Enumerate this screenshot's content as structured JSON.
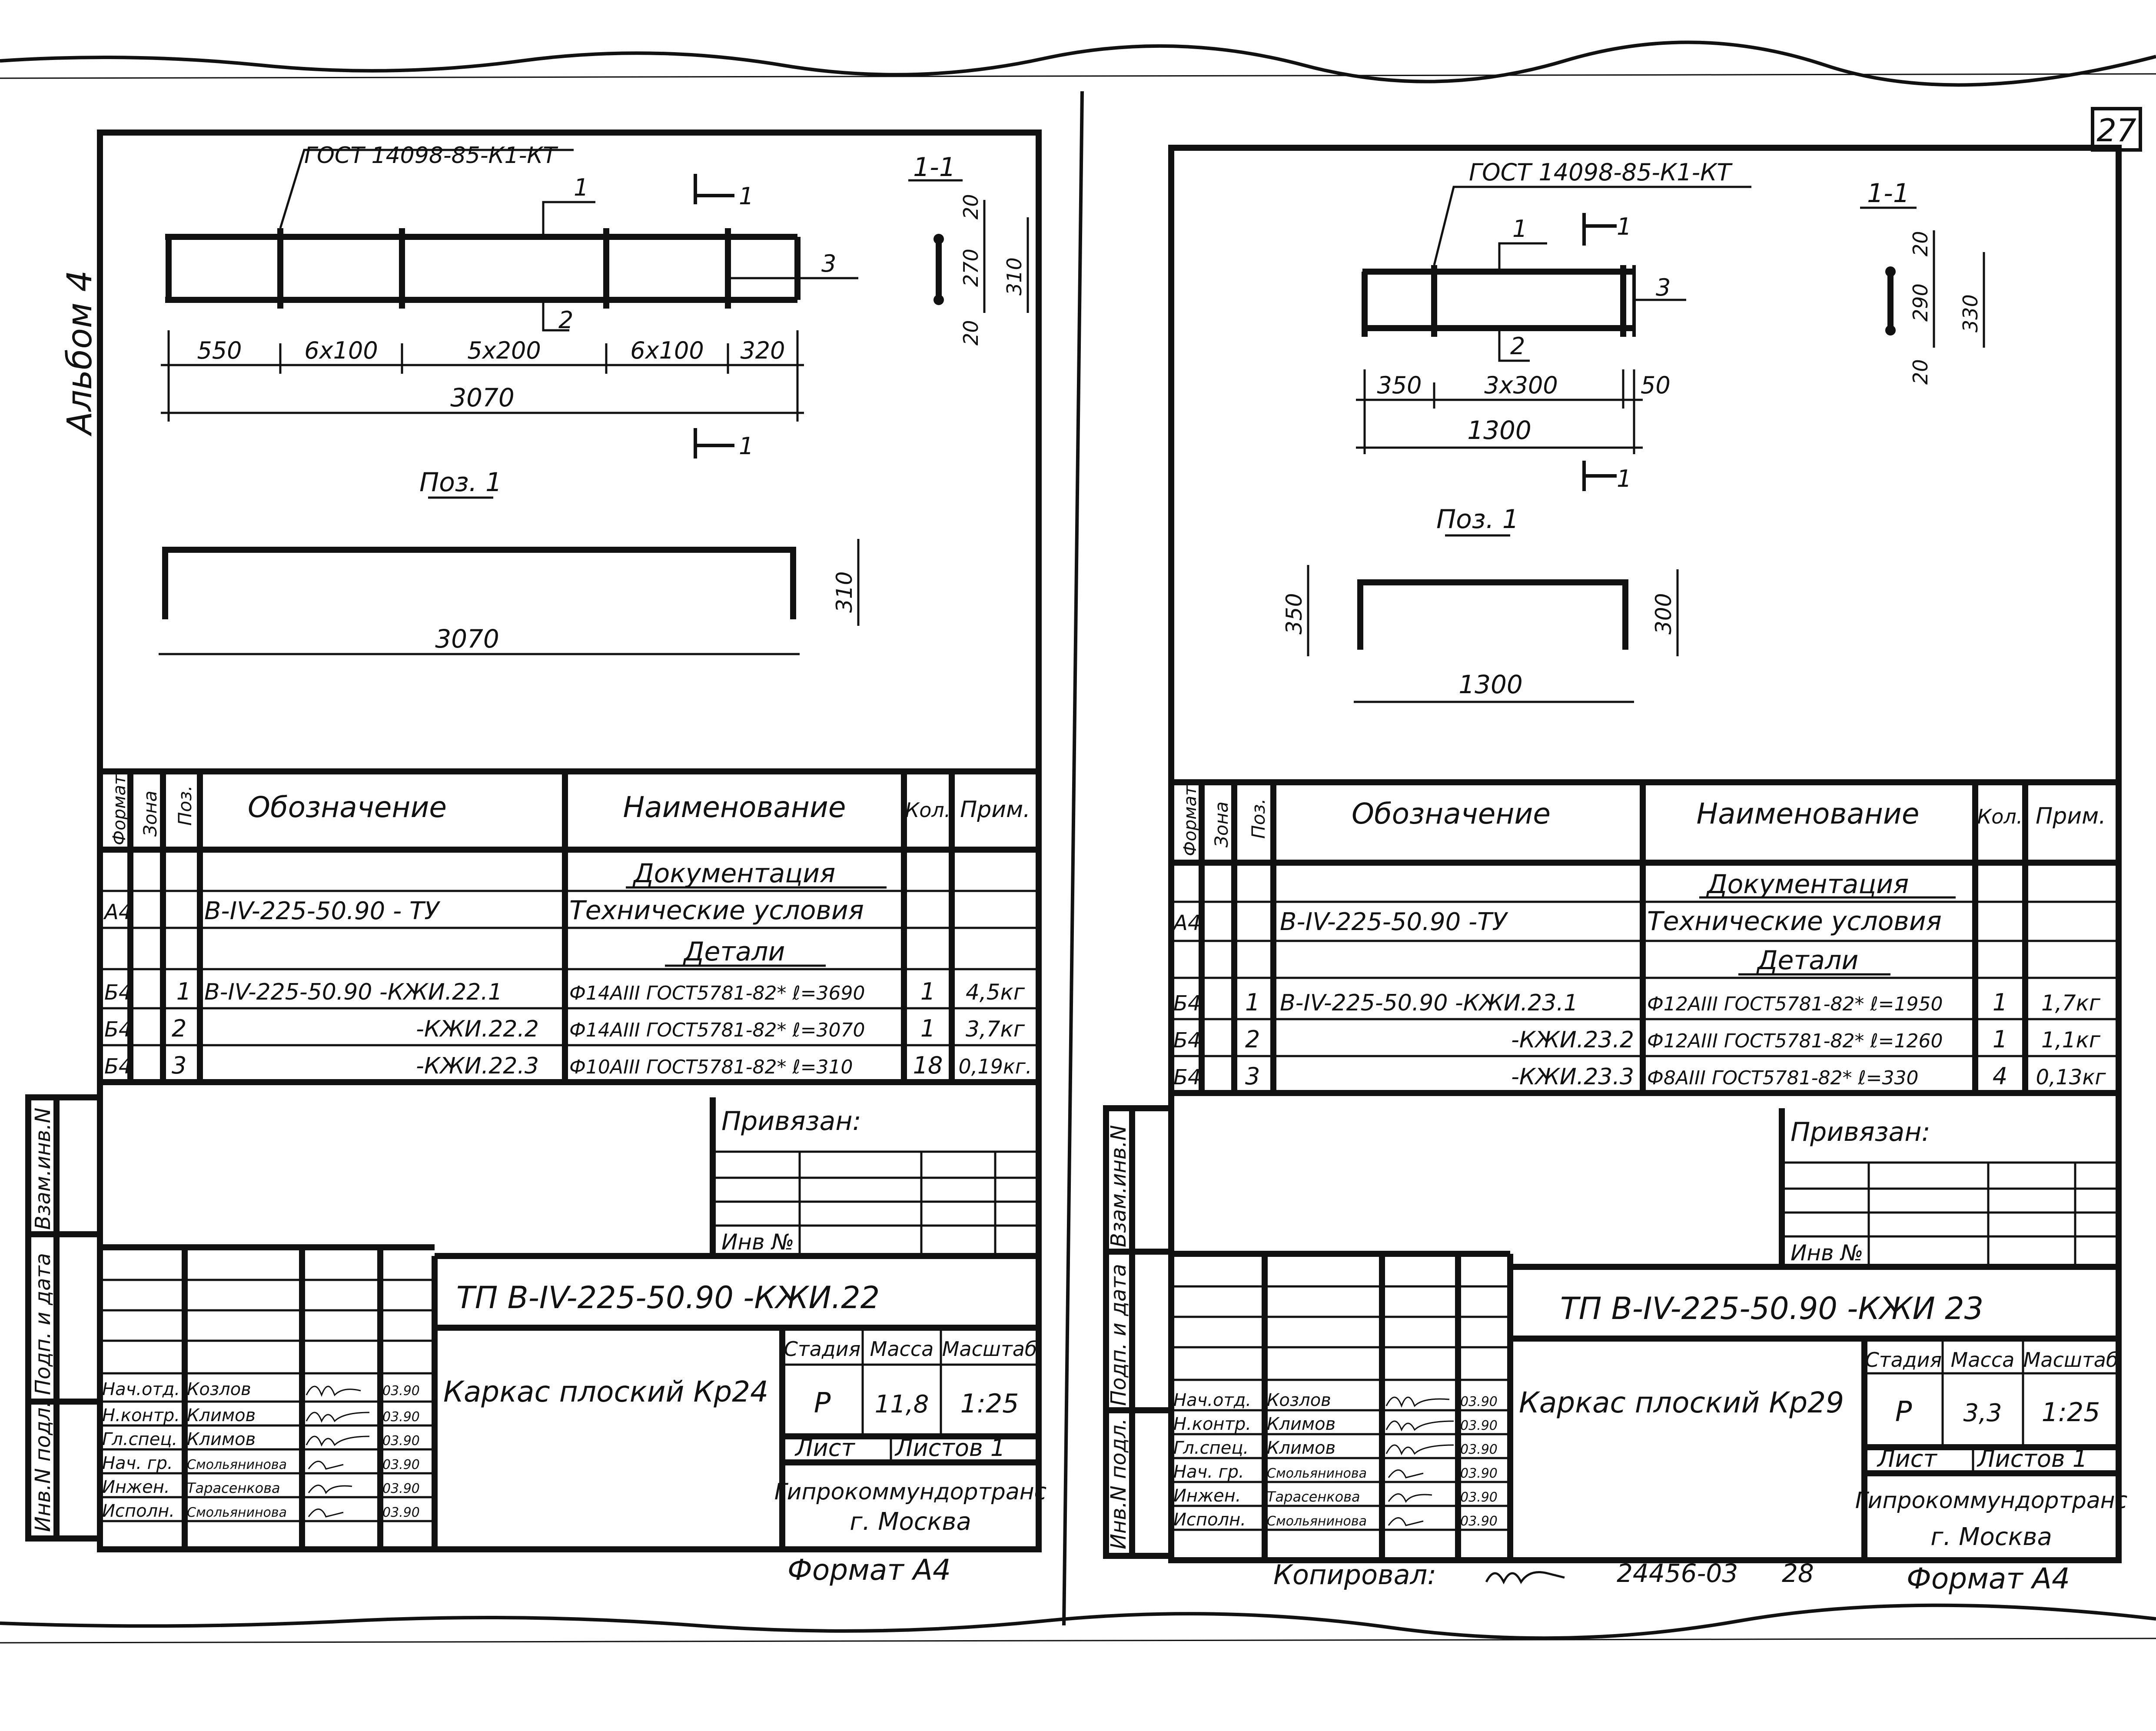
{
  "page_number": "27",
  "album_label": "Альбом 4",
  "copied_by": "Копировал:",
  "order_number": "24456-03",
  "page_number_bottom": "28",
  "sheets": [
    {
      "weld_spec": "ГОСТ 14098-85-К1-КТ",
      "section_label": "1-1",
      "section_marker": "1",
      "pos_labels": [
        "1",
        "2",
        "3"
      ],
      "dims_frame": [
        "550",
        "6x100",
        "5x200",
        "6x100",
        "320"
      ],
      "frame_total": "3070",
      "section_dims": [
        "20",
        "270",
        "20",
        "310"
      ],
      "pos1_label": "Поз. 1",
      "pos1_length": "3070",
      "pos1_height": "310",
      "pos1_leg": "",
      "spec_headers": [
        "Формат",
        "Зона",
        "Поз.",
        "Обозначение",
        "Наименование",
        "Кол.",
        "Прим."
      ],
      "spec_rows": [
        {
          "format": "",
          "pos": "",
          "designation": "",
          "name": "Документация",
          "qty": "",
          "note": ""
        },
        {
          "format": "А4",
          "pos": "",
          "designation": "В-IV-225-50.90 - ТУ",
          "name": "Технические условия",
          "qty": "",
          "note": ""
        },
        {
          "format": "",
          "pos": "",
          "designation": "",
          "name": "Детали",
          "qty": "",
          "note": ""
        },
        {
          "format": "Б4",
          "pos": "1",
          "designation": "В-IV-225-50.90 -КЖИ.22.1",
          "name": "Ф14АIII ГОСТ5781-82* ℓ=3690",
          "qty": "1",
          "note": "4,5кг"
        },
        {
          "format": "Б4",
          "pos": "2",
          "designation": "-КЖИ.22.2",
          "name": "Ф14АIII ГОСТ5781-82* ℓ=3070",
          "qty": "1",
          "note": "3,7кг"
        },
        {
          "format": "Б4",
          "pos": "3",
          "designation": "-КЖИ.22.3",
          "name": "Ф10АIII ГОСТ5781-82* ℓ=310",
          "qty": "18",
          "note": "0,19кг."
        }
      ],
      "privyazan": "Привязан:",
      "inv_no": "Инв №",
      "side_labels": [
        "Инв.N подл.",
        "Подп. и дата",
        "Взам.инв.N"
      ],
      "tp_code": "ТП   В-IV-225-50.90   -КЖИ.22",
      "title": "Каркас плоский Кр24",
      "stage_headers": [
        "Стадия",
        "Масса",
        "Масштаб"
      ],
      "stage": "Р",
      "mass": "11,8",
      "scale": "1:25",
      "sheet_label": "Лист",
      "sheets_label": "Листов 1",
      "org": "Гипрокоммундортранс",
      "city": "г. Москва",
      "format": "Формат А4",
      "signatures": [
        {
          "role": "Нач.отд.",
          "name": "Козлов",
          "date": "03.90"
        },
        {
          "role": "Н.контр.",
          "name": "Климов",
          "date": "03.90"
        },
        {
          "role": "Гл.спец.",
          "name": "Климов",
          "date": "03.90"
        },
        {
          "role": "Нач. гр.",
          "name": "Смольянинова",
          "date": "03.90"
        },
        {
          "role": "Инжен.",
          "name": "Тарасенкова",
          "date": "03.90"
        },
        {
          "role": "Исполн.",
          "name": "Смольянинова",
          "date": "03.90"
        }
      ]
    },
    {
      "weld_spec": "ГОСТ 14098-85-К1-КТ",
      "section_label": "1-1",
      "section_marker": "1",
      "pos_labels": [
        "1",
        "2",
        "3"
      ],
      "dims_frame": [
        "350",
        "3x300",
        "50"
      ],
      "frame_total": "1300",
      "section_dims": [
        "20",
        "290",
        "20",
        "330"
      ],
      "pos1_label": "Поз. 1",
      "pos1_length": "1300",
      "pos1_height": "300",
      "pos1_leg": "350",
      "spec_headers": [
        "Формат",
        "Зона",
        "Поз.",
        "Обозначение",
        "Наименование",
        "Кол.",
        "Прим."
      ],
      "spec_rows": [
        {
          "format": "",
          "pos": "",
          "designation": "",
          "name": "Документация",
          "qty": "",
          "note": ""
        },
        {
          "format": "А4",
          "pos": "",
          "designation": "В-IV-225-50.90      -ТУ",
          "name": "Технические условия",
          "qty": "",
          "note": ""
        },
        {
          "format": "",
          "pos": "",
          "designation": "",
          "name": "Детали",
          "qty": "",
          "note": ""
        },
        {
          "format": "Б4",
          "pos": "1",
          "designation": "В-IV-225-50.90 -КЖИ.23.1",
          "name": "Ф12АIII ГОСТ5781-82* ℓ=1950",
          "qty": "1",
          "note": "1,7кг"
        },
        {
          "format": "Б4",
          "pos": "2",
          "designation": "-КЖИ.23.2",
          "name": "Ф12АIII ГОСТ5781-82* ℓ=1260",
          "qty": "1",
          "note": "1,1кг"
        },
        {
          "format": "Б4",
          "pos": "3",
          "designation": "-КЖИ.23.3",
          "name": "Ф8АIII ГОСТ5781-82* ℓ=330",
          "qty": "4",
          "note": "0,13кг"
        }
      ],
      "privyazan": "Привязан:",
      "inv_no": "Инв №",
      "side_labels": [
        "Инв.N подл.",
        "Подп. и дата",
        "Взам.инв.N"
      ],
      "tp_code": "ТП   В-IV-225-50.90   -КЖИ 23",
      "title": "Каркас плоский Кр29",
      "stage_headers": [
        "Стадия",
        "Масса",
        "Масштаб"
      ],
      "stage": "Р",
      "mass": "3,3",
      "scale": "1:25",
      "sheet_label": "Лист",
      "sheets_label": "Листов 1",
      "org": "Гипрокоммундортранс",
      "city": "г. Москва",
      "format": "Формат А4",
      "signatures": [
        {
          "role": "Нач.отд.",
          "name": "Козлов",
          "date": "03.90"
        },
        {
          "role": "Н.контр.",
          "name": "Климов",
          "date": "03.90"
        },
        {
          "role": "Гл.спец.",
          "name": "Климов",
          "date": "03.90"
        },
        {
          "role": "Нач. гр.",
          "name": "Смольянинова",
          "date": "03.90"
        },
        {
          "role": "Инжен.",
          "name": "Тарасенкова",
          "date": "03.90"
        },
        {
          "role": "Исполн.",
          "name": "Смольянинова",
          "date": "03.90"
        }
      ]
    }
  ]
}
